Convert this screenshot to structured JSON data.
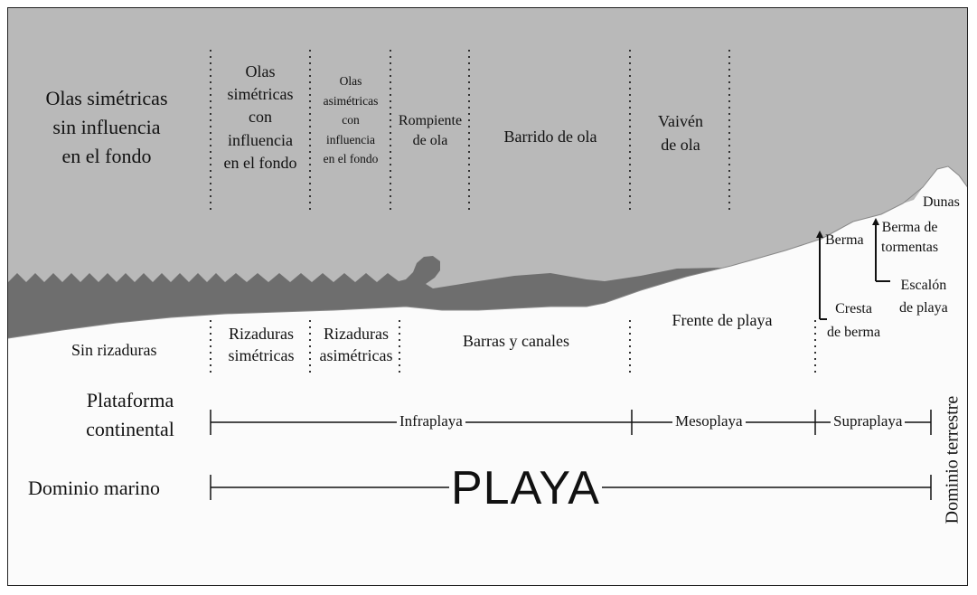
{
  "zones": {
    "olas_simetricas_sin": [
      "Olas simétricas",
      "sin influencia",
      "en el fondo"
    ],
    "olas_simetricas_con": [
      "Olas",
      "simétricas",
      "con",
      "influencia",
      "en el fondo"
    ],
    "olas_asimetricas": [
      "Olas",
      "asimétricas",
      "con",
      "influencia",
      "en el fondo"
    ],
    "rompiente": [
      "Rompiente",
      "de ola"
    ],
    "barrido": "Barrido de ola",
    "vaiven": [
      "Vaivén",
      "de ola"
    ]
  },
  "features": {
    "dunas": "Dunas",
    "berma": "Berma",
    "berma_tormentas": [
      "Berma de",
      "tormentas"
    ],
    "escalon": [
      "Escalón",
      "de playa"
    ],
    "cresta": [
      "Cresta",
      "de berma"
    ],
    "frente": "Frente de playa",
    "sin_rizaduras": "Sin rizaduras",
    "rizaduras_sim": [
      "Rizaduras",
      "simétricas"
    ],
    "rizaduras_asim": [
      "Rizaduras",
      "asimétricas"
    ],
    "barras": "Barras y canales"
  },
  "scale": {
    "plataforma": [
      "Plataforma",
      "continental"
    ],
    "infraplaya": "Infraplaya",
    "mesoplaya": "Mesoplaya",
    "supraplaya": "Supraplaya",
    "dominio_marino": "Dominio marino",
    "playa": "PLAYA",
    "dominio_terrestre": "Dominio terrestre"
  },
  "colors": {
    "water": "#b9b9b9",
    "bottom": "#6e6e6e",
    "land": "#fbfbfb"
  }
}
